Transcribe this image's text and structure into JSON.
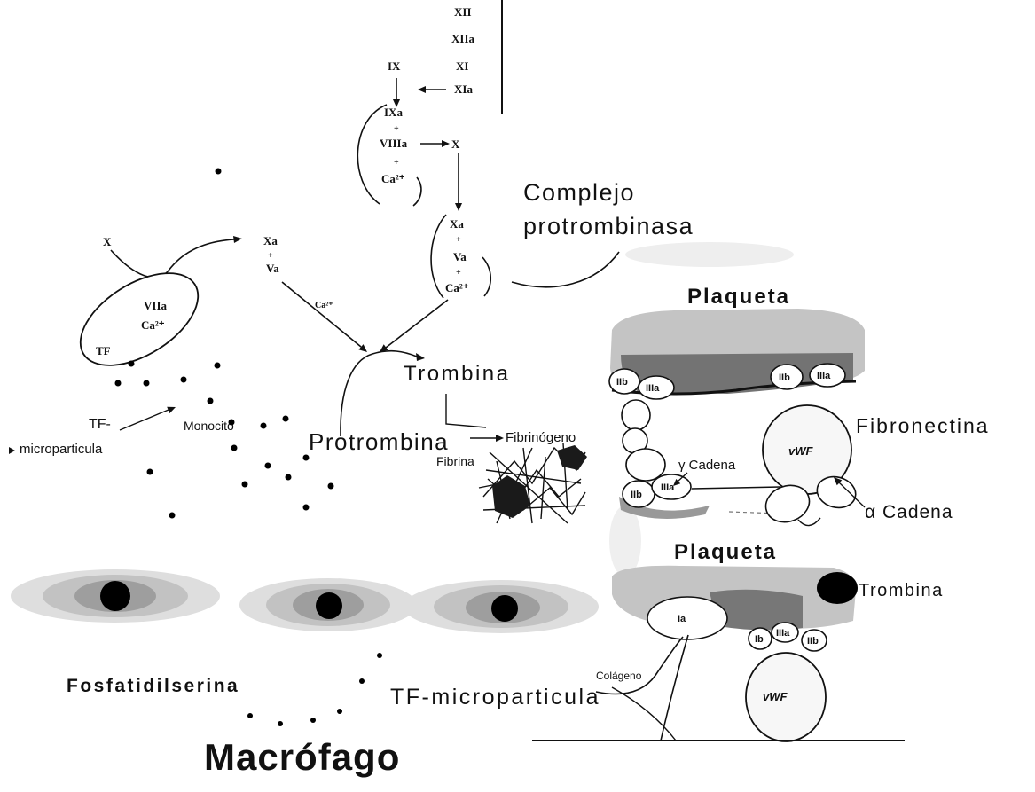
{
  "diagram": {
    "intrinsic": {
      "xii": "XII",
      "xiia": "XIIa",
      "ix": "IX",
      "xi": "XI",
      "xia": "XIa",
      "ixa": "IXa",
      "plus": "+",
      "viiia": "VIIIa",
      "x": "X",
      "ca": "Ca²⁺"
    },
    "tenase_product": {
      "xa": "Xa",
      "plus": "+",
      "va": "Va",
      "ca": "Ca²⁺"
    },
    "prothrombinase_label": {
      "line1": "Complejo",
      "line2": "protrombinasa"
    },
    "extrinsic": {
      "x": "X",
      "xa": "Xa",
      "plus": "+",
      "va": "Va",
      "ca": "Ca²⁺",
      "complex": {
        "viia": "VIIa",
        "ca": "Ca²⁺",
        "tf": "TF"
      }
    },
    "protrombina": "Protrombina",
    "trombina": "Trombina",
    "fibrinogeno": "Fibrinógeno",
    "fibrina": "Fibrina",
    "tf_label": "TF-",
    "microparticula": "microparticula",
    "monocito": "Monocito",
    "fosfatidilserina": "Fosfatidilserina",
    "tf_microparticula": "TF-microparticula",
    "macrofago": "Macrófago",
    "platelet_top": {
      "label": "Plaqueta",
      "receptors": [
        "IIb",
        "IIIa",
        "IIb",
        "IIIa"
      ],
      "lower_receptors": [
        "IIb",
        "IIIa"
      ],
      "vwf": "vWF",
      "fibronectina": "Fibronectina",
      "gamma_chain": "γ Cadena",
      "alpha_chain": "α Cadena"
    },
    "platelet_bottom": {
      "label": "Plaqueta",
      "trombina": "Trombina",
      "ia": "Ia",
      "receptors": [
        "Ib",
        "IIIa",
        "IIb"
      ],
      "colageno": "Colágeno",
      "vwf": "vWF"
    }
  }
}
